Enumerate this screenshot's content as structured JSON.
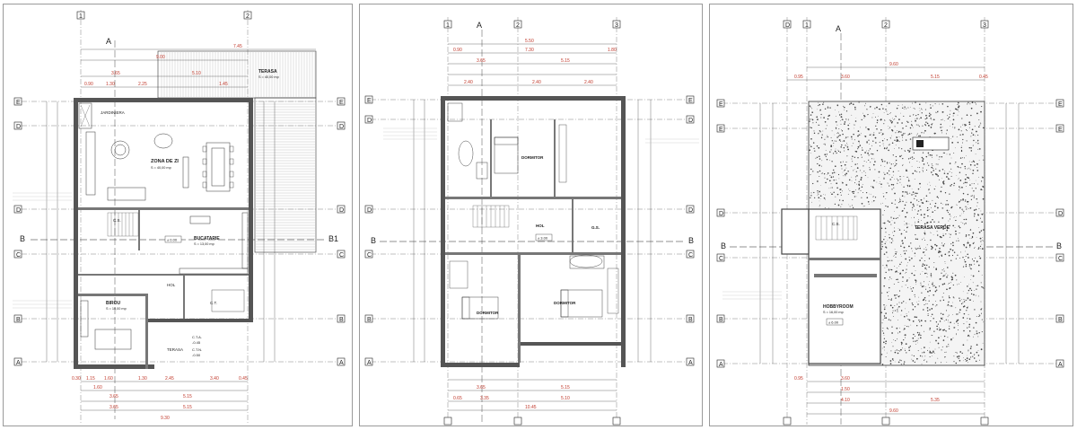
{
  "sheets": [
    {
      "section_top": "A",
      "section_left": "B",
      "section_right": "B1",
      "grid_top": [
        "1",
        "2"
      ],
      "rooms": {
        "jardiniera": "JARDINIERA",
        "zona_de_zi": "ZONA DE ZI",
        "zona_de_zi_sub": "S = 40,00 mp",
        "bucatarie": "BUCATARIE",
        "bucatarie_sub": "S = 13,00 mp",
        "terasa_top": "TERASA",
        "terasa_top_sub": "S = 40,00 mp",
        "birou": "BIROU",
        "birou_sub": "S = 10,00 mp",
        "hol": "HOL",
        "ct": "C.T.",
        "terasa_bottom": "TERASA",
        "cs": "C.S."
      },
      "levels": [
        "± 0.00",
        "C.T.A.",
        "-0.45",
        "C.T.N.",
        "-0.50"
      ],
      "dims_top": [
        "7.45",
        "9.00",
        "3.65",
        "2.25",
        "5.10",
        "1.45",
        "0.90",
        "1.30"
      ],
      "dims_bottom": [
        "0.30",
        "1.15",
        "1.60",
        "1.30",
        "2.45",
        "3.40",
        "0.45",
        "1.60",
        "3.65",
        "5.15",
        "3.65",
        "5.15",
        "9.30"
      ]
    },
    {
      "section_top": "A",
      "section_left": "B",
      "section_right": "B",
      "grid_top": [
        "1",
        "2",
        "3"
      ],
      "rooms": {
        "dormitor_top": "DORMITOR",
        "hol": "HOL",
        "dormitor_left": "DORMITOR",
        "dormitor_right": "DORMITOR",
        "gs": "G.S."
      },
      "levels": [
        "± 3.00"
      ],
      "dims_top": [
        "5.50",
        "0.90",
        "7.30",
        "1.80",
        "3.65",
        "5.15",
        "2.40",
        "2.40",
        "2.40"
      ],
      "dims_bottom": [
        "3.65",
        "5.15",
        "0.65",
        "3.35",
        "5.10",
        "10.45"
      ]
    },
    {
      "section_top": "A",
      "section_left": "B",
      "section_right": "B",
      "grid_top": [
        "1",
        "2",
        "3"
      ],
      "rooms": {
        "terasa_verde": "TERASA VERDE",
        "hobbyroom": "HOBBYROOM",
        "hobbyroom_sub": "S = 16,00 mp",
        "cs": "C.S."
      },
      "levels": [
        "± 6.00"
      ],
      "dims_top": [
        "9.60",
        "0.95",
        "3.60",
        "5.15",
        "0.45"
      ],
      "dims_bottom": [
        "0.95",
        "3.60",
        "1.50",
        "4.10",
        "5.35",
        "9.60"
      ]
    }
  ]
}
